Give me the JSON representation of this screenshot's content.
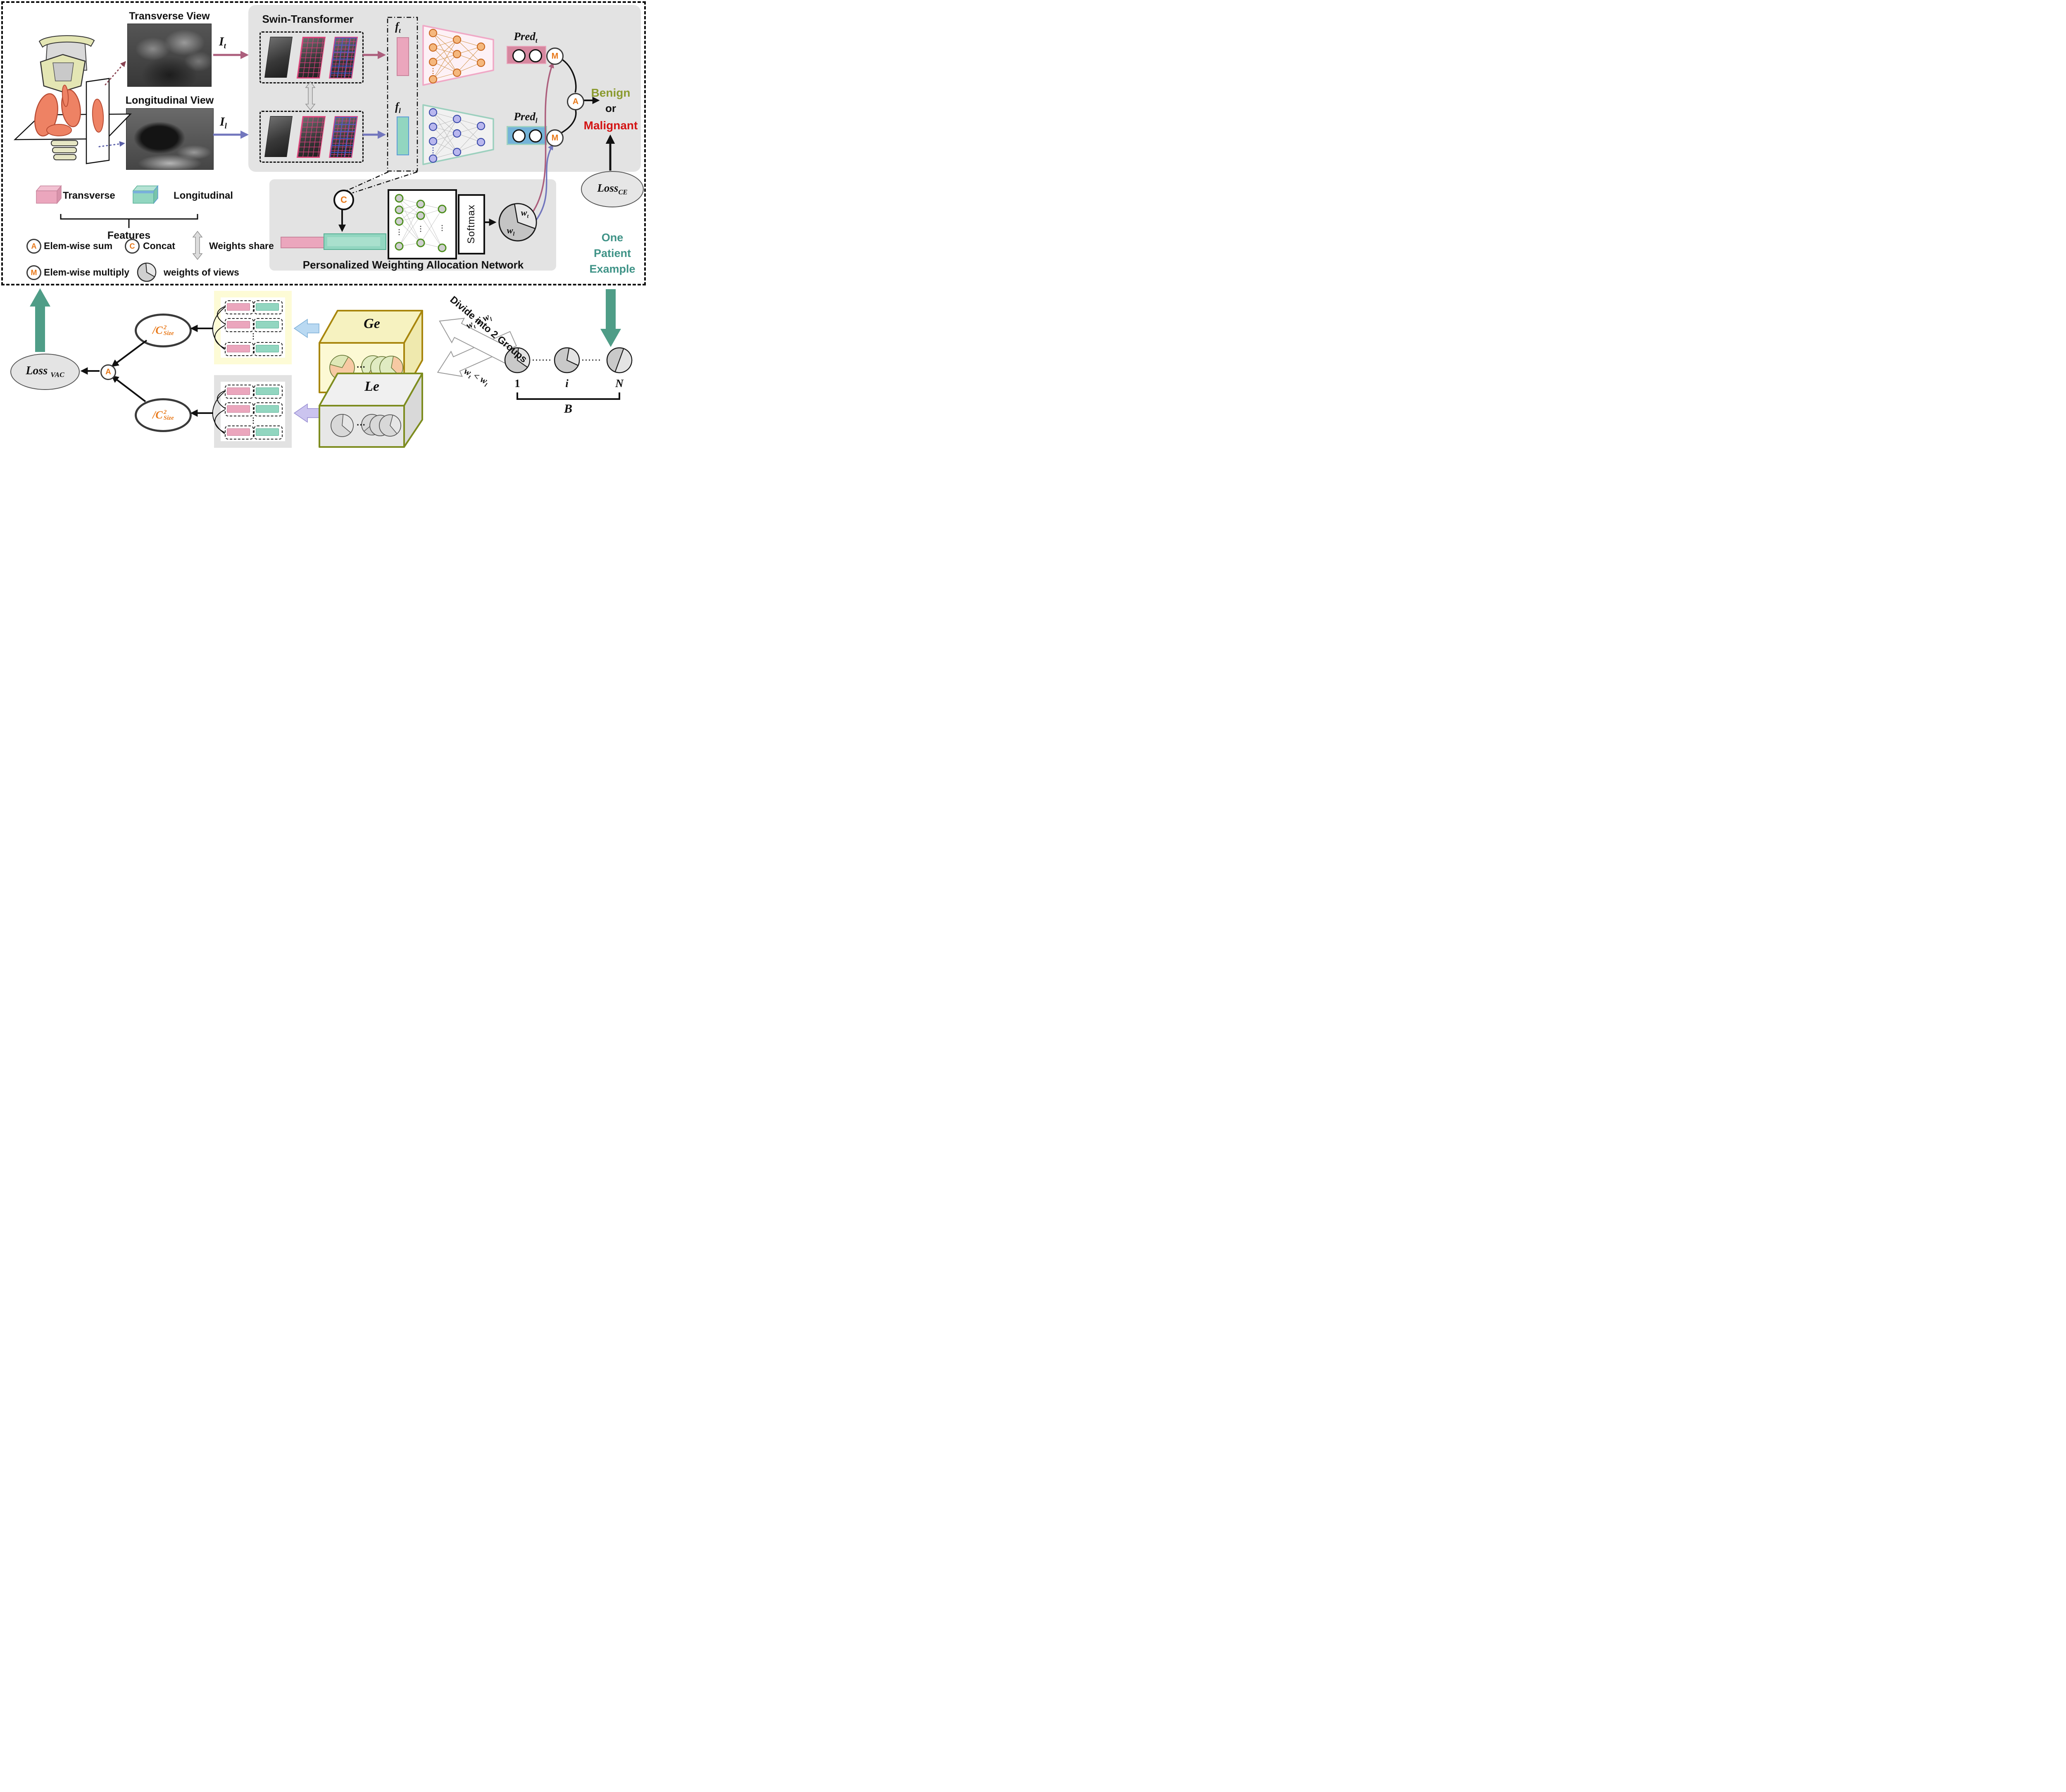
{
  "figure": {
    "views": {
      "transverse": "Transverse View",
      "longitudinal": "Longitudinal View"
    },
    "inputs": {
      "it": {
        "base": "I",
        "sub": "t"
      },
      "il": {
        "base": "I",
        "sub": "l"
      }
    },
    "backbone": {
      "title": "Swin-Transformer"
    },
    "features": {
      "ft": {
        "base": "f",
        "sub": "t"
      },
      "fl": {
        "base": "f",
        "sub": "l"
      }
    },
    "preds": {
      "pt": {
        "base": "Pred",
        "sub": "t"
      },
      "pl": {
        "base": "Pred",
        "sub": "l"
      }
    },
    "ops": {
      "multiply": "M",
      "sum": "A",
      "concat": "C"
    },
    "decision": {
      "benign": "Benign",
      "or": "or",
      "malignant": "Malignant"
    },
    "loss_ce": {
      "base": "Loss",
      "sub": "CE"
    },
    "patient": {
      "l1": "One",
      "l2": "Patient",
      "l3": "Example"
    },
    "pwan": {
      "title": "Personalized Weighting Allocation Network",
      "softmax": "Softmax",
      "wt": {
        "base": "w",
        "sub": "t"
      },
      "wl": {
        "base": "w",
        "sub": "l"
      }
    },
    "legend": {
      "transverse": "Transverse",
      "longitudinal": "Longitudinal",
      "features": "Features",
      "sum": "Elem-wise sum",
      "concat": "Concat",
      "share": "Weights share",
      "multiply": "Elem-wise multiply",
      "views_w": "weights of views"
    },
    "grouping": {
      "divide": "Divide into 2 Groups",
      "ge": {
        "w1": "w",
        "s1": "t",
        "op": "≥",
        "w2": "w",
        "s2": "l"
      },
      "lt": {
        "w1": "w",
        "s1": "t",
        "op": "<",
        "w2": "w",
        "s2": "l"
      },
      "ge_box": "Ge",
      "le_box": "Le"
    },
    "vac": {
      "loss": {
        "base": "Loss",
        "sub": "VAC"
      },
      "c2": {
        "pre": "/C",
        "sup": "2",
        "sub": "Size"
      }
    },
    "batch": {
      "first": "1",
      "mid": "i",
      "last": "N",
      "label": "B",
      "hdots": "······",
      "dots3": "···",
      "vdots": "⋮"
    },
    "colors": {
      "panel": "#e3e3e3",
      "pink": "#eba6bd",
      "teal": "#92d6c0",
      "orange": "#e8791a",
      "benign": "#8a9a2e",
      "malignant": "#d31313",
      "patient": "#3f9387",
      "green_arrow": "#4f9d87",
      "ge_border": "#a8860d",
      "le_border": "#7d8c1f"
    }
  }
}
